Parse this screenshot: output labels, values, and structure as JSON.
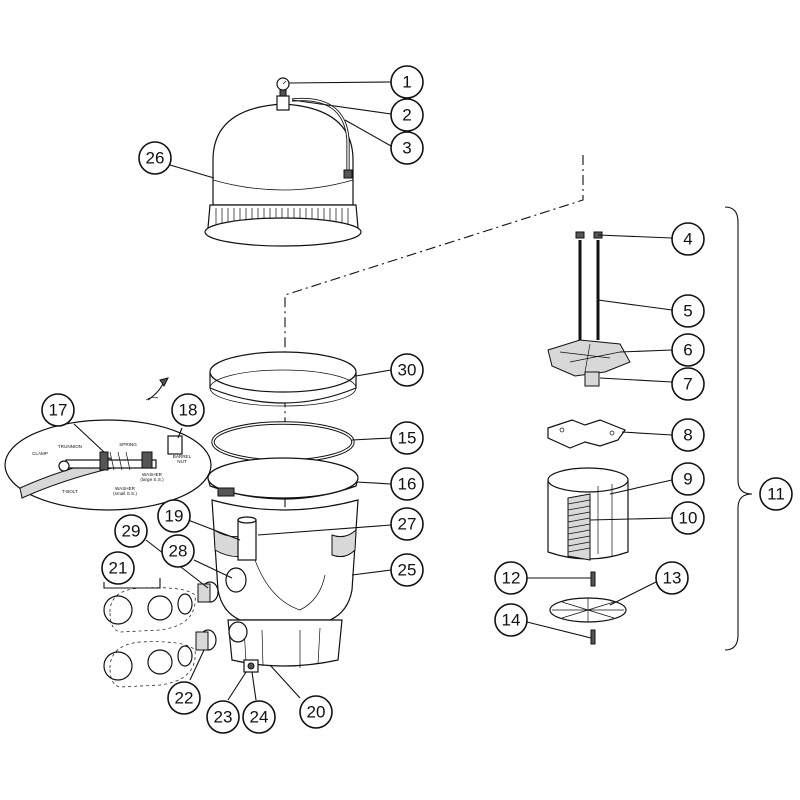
{
  "callouts": [
    {
      "id": "1",
      "label": "1"
    },
    {
      "id": "2",
      "label": "2"
    },
    {
      "id": "3",
      "label": "3"
    },
    {
      "id": "4",
      "label": "4"
    },
    {
      "id": "5",
      "label": "5"
    },
    {
      "id": "6",
      "label": "6"
    },
    {
      "id": "7",
      "label": "7"
    },
    {
      "id": "8",
      "label": "8"
    },
    {
      "id": "9",
      "label": "9"
    },
    {
      "id": "10",
      "label": "10"
    },
    {
      "id": "11",
      "label": "11"
    },
    {
      "id": "12",
      "label": "12"
    },
    {
      "id": "13",
      "label": "13"
    },
    {
      "id": "14",
      "label": "14"
    },
    {
      "id": "15",
      "label": "15"
    },
    {
      "id": "16",
      "label": "16"
    },
    {
      "id": "17",
      "label": "17"
    },
    {
      "id": "18",
      "label": "18"
    },
    {
      "id": "19",
      "label": "19"
    },
    {
      "id": "20",
      "label": "20"
    },
    {
      "id": "21",
      "label": "21"
    },
    {
      "id": "22",
      "label": "22"
    },
    {
      "id": "23",
      "label": "23"
    },
    {
      "id": "24",
      "label": "24"
    },
    {
      "id": "25",
      "label": "25"
    },
    {
      "id": "26",
      "label": "26"
    },
    {
      "id": "27",
      "label": "27"
    },
    {
      "id": "28",
      "label": "28"
    },
    {
      "id": "29",
      "label": "29"
    },
    {
      "id": "30",
      "label": "30"
    }
  ],
  "inset_labels": {
    "clamp": "CLAMP",
    "trunnion": "TRUNNION",
    "spring": "SPRING",
    "washer_large": "WASHER",
    "washer_large_sub": "(large S.S.)",
    "barrel_nut": "BARREL",
    "barrel_nut_sub": "NUT",
    "t_bolt": "T-BOLT",
    "washer_small": "WASHER",
    "washer_small_sub": "(small S.S.)"
  },
  "colors": {
    "line": "#111111",
    "fill": "#ffffff",
    "shade": "#d8d8d8"
  }
}
